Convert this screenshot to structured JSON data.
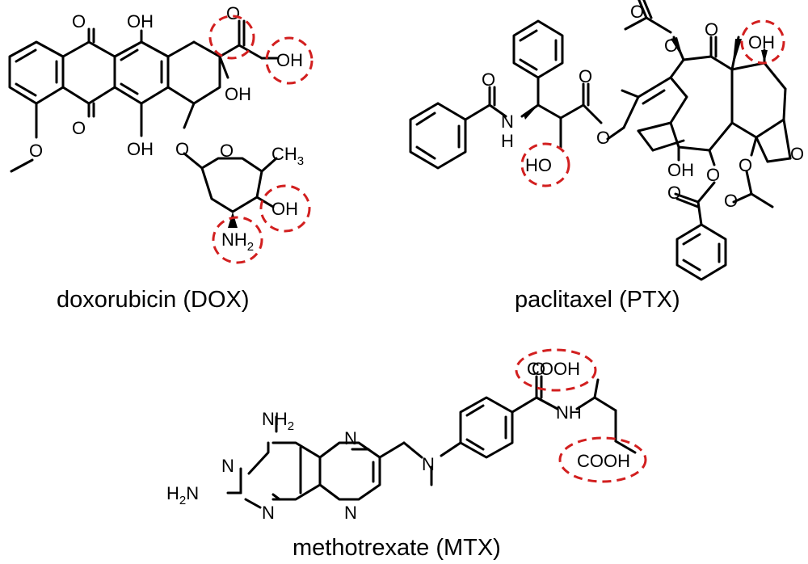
{
  "captions": {
    "dox": "doxorubicin (DOX)",
    "ptx": "paclitaxel (PTX)",
    "mtx": "methotrexate (MTX)"
  },
  "labels": {
    "o": "O",
    "oh": "OH",
    "ho": "HO",
    "ch": "CH",
    "nh": "NH",
    "n": "N",
    "h": "H",
    "cooh": "COOH",
    "sub3": "3",
    "sub2": "2"
  },
  "colors": {
    "bond": "#000000",
    "highlight": "#d21f1f"
  }
}
